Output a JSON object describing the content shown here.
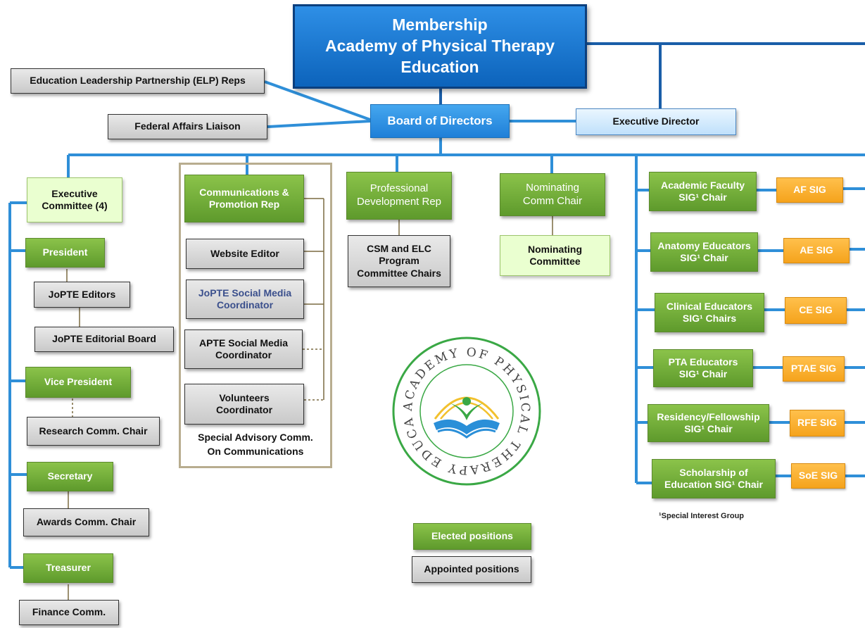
{
  "title": "Membership\nAcademy of Physical Therapy\nEducation",
  "board": "Board of Directors",
  "executive_director": "Executive Director",
  "elp_reps": "Education Leadership Partnership (ELP) Reps",
  "federal_affairs": "Federal Affairs Liaison",
  "executive_committee": "Executive\nCommittee (4)",
  "officers": {
    "president": "President",
    "jopte_editors": "JoPTE Editors",
    "jopte_board": "JoPTE Editorial Board",
    "vice_president": "Vice President",
    "research_chair": "Research Comm. Chair",
    "secretary": "Secretary",
    "awards_chair": "Awards Comm. Chair",
    "treasurer": "Treasurer",
    "finance": "Finance Comm."
  },
  "communications": {
    "rep": "Communications &\nPromotion Rep",
    "website_editor": "Website Editor",
    "jopte_social": "JoPTE Social Media\nCoordinator",
    "apte_social": "APTE Social Media\nCoordinator",
    "volunteers": "Volunteers\nCoordinator",
    "advisory": "Special Advisory Comm.\nOn Communications"
  },
  "professional_dev": "Professional\nDevelopment Rep",
  "csm_elc": "CSM and ELC\nProgram\nCommittee Chairs",
  "nominating_chair": "Nominating\nComm Chair",
  "nominating_committee": "Nominating\nCommittee",
  "sigs": [
    {
      "chair": "Academic Faculty\nSIG¹ Chair",
      "tag": "AF SIG"
    },
    {
      "chair": "Anatomy Educators\nSIG¹ Chair",
      "tag": "AE SIG"
    },
    {
      "chair": "Clinical Educators\nSIG¹ Chairs",
      "tag": "CE SIG"
    },
    {
      "chair": "PTA Educators\nSIG¹ Chair",
      "tag": "PTAE SIG"
    },
    {
      "chair": "Residency/Fellowship\nSIG¹ Chair",
      "tag": "RFE SIG"
    },
    {
      "chair": "Scholarship of\nEducation SIG¹ Chair",
      "tag": "SoE SIG"
    }
  ],
  "footnote": "¹Special Interest Group",
  "legend": {
    "elected": "Elected positions",
    "appointed": "Appointed positions"
  },
  "logo": {
    "text": "ACADEMY OF PHYSICAL THERAPY EDUCATION",
    "colors": {
      "ring": "#3aa845",
      "arc": "#f2c12e",
      "book": "#2a8fd8",
      "figure": "#3aa845"
    }
  },
  "colors": {
    "connector": "#2f8fd8",
    "dark_connector": "#1a5ea8"
  }
}
